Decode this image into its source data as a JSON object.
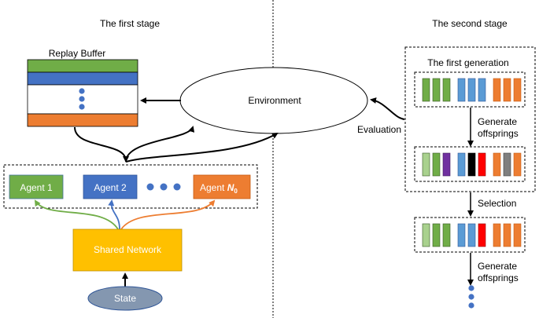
{
  "stage1": {
    "title": "The first stage",
    "replay_buffer": "Replay Buffer",
    "environment": "Environment",
    "agents": [
      {
        "label": "Agent 1",
        "color": "#70ad47"
      },
      {
        "label": "Agent 2",
        "color": "#4472c4"
      },
      {
        "label": "Agent ",
        "subscript_label": "N",
        "subscript": "0",
        "color": "#ed7d31"
      }
    ],
    "shared_network": "Shared Network",
    "state": "State"
  },
  "stage2": {
    "title": "The second stage",
    "first_generation": "The first generation",
    "evaluation": "Evaluation",
    "generate_offsprings_1": [
      "Generate",
      "offsprings"
    ],
    "selection": "Selection",
    "generate_offsprings_2": [
      "Generate",
      "offsprings"
    ]
  },
  "colors": {
    "green": "#70ad47",
    "light_green": "#a9d18e",
    "blue": "#5b9bd5",
    "dark_blue": "#4472c4",
    "orange": "#ed7d31",
    "purple": "#7030a0",
    "black": "#000000",
    "red": "#ff0000",
    "gray": "#7f7f7f",
    "yellow": "#ffc000",
    "state_fill": "#8497b0",
    "state_stroke": "#2f5597"
  }
}
